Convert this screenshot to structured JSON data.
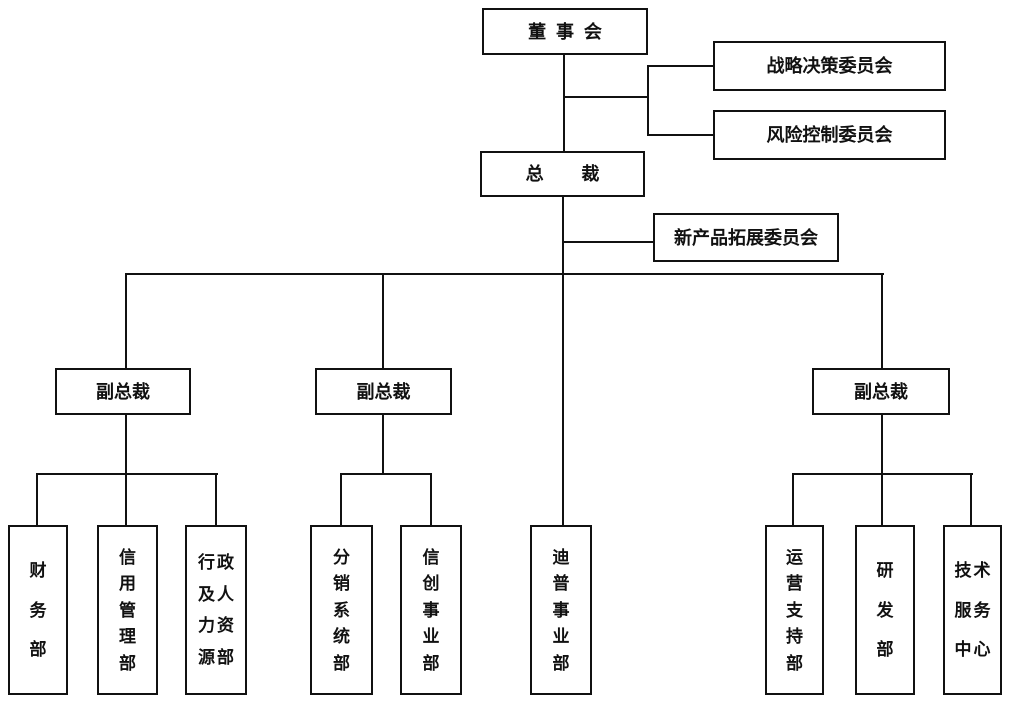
{
  "org": {
    "board": "董事会",
    "board_committees": [
      "战略决策委员会",
      "风险控制委员会"
    ],
    "president": "总裁",
    "president_committee": "新产品拓展委员会",
    "groups": [
      {
        "head": "副总裁",
        "departments": [
          {
            "label": "财务部",
            "lines": [
              "财",
              "务",
              "部"
            ]
          },
          {
            "label": "信用管理部",
            "lines": [
              "信",
              "用",
              "管",
              "理",
              "部"
            ]
          },
          {
            "label": "行政及人力资源部",
            "lines": [
              "行政",
              "及人",
              "力资",
              "源部"
            ]
          }
        ]
      },
      {
        "head": "副总裁",
        "departments": [
          {
            "label": "分销系统部",
            "lines": [
              "分",
              "销",
              "系",
              "统",
              "部"
            ]
          },
          {
            "label": "信创事业部",
            "lines": [
              "信",
              "创",
              "事",
              "业",
              "部"
            ]
          }
        ]
      },
      {
        "head": "副总裁",
        "departments": [
          {
            "label": "运营支持部",
            "lines": [
              "运",
              "营",
              "支",
              "持",
              "部"
            ]
          },
          {
            "label": "研发部",
            "lines": [
              "研",
              "发",
              "部"
            ]
          },
          {
            "label": "技术服务中心",
            "lines": [
              "技术",
              "服务",
              "中心"
            ]
          }
        ]
      }
    ],
    "president_department": {
      "label": "迪普事业部",
      "lines": [
        "迪",
        "普",
        "事",
        "业",
        "部"
      ]
    },
    "colors": {
      "line": "#111111",
      "background": "#ffffff",
      "text": "#111111"
    }
  }
}
